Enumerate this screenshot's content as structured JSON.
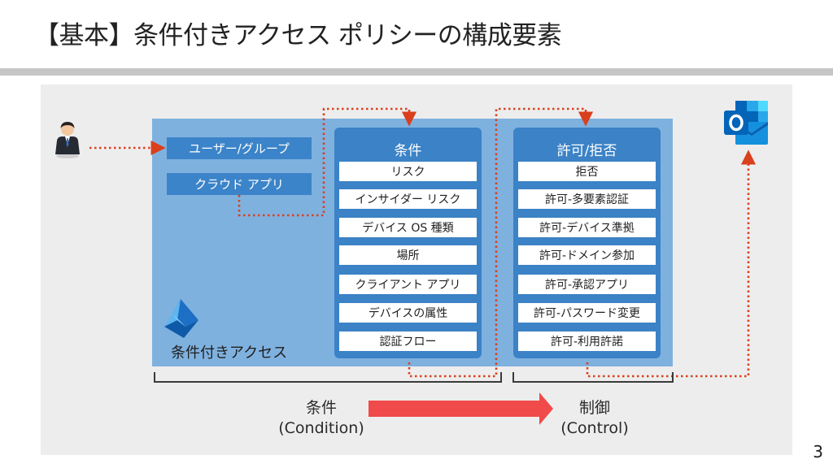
{
  "slide": {
    "title": "【基本】条件付きアクセス ポリシーの構成要素",
    "page_number": "3"
  },
  "assignments": {
    "users_groups": "ユーザー/グループ",
    "cloud_apps": "クラウド アプリ"
  },
  "conditions_panel": {
    "title": "条件",
    "items": [
      "リスク",
      "インサイダー リスク",
      "デバイス OS 種類",
      "場所",
      "クライアント アプリ",
      "デバイスの属性",
      "認証フロー"
    ]
  },
  "grant_panel": {
    "title": "許可/拒否",
    "items": [
      "拒否",
      "許可-多要素認証",
      "許可-デバイス準拠",
      "許可-ドメイン参加",
      "許可-承認アプリ",
      "許可-パスワード変更",
      "許可-利用許諾"
    ]
  },
  "conditional_access_label": "条件付きアクセス",
  "bottom": {
    "condition_label": "条件",
    "condition_sub": "(Condition)",
    "control_label": "制御",
    "control_sub": "(Control)"
  },
  "colors": {
    "panel_blue": "#3b82c6",
    "box_blue": "#7fb1df",
    "dotted_red": "#d9401d",
    "arrow_red": "#f14a4a"
  },
  "icons": [
    "user-icon",
    "conditional-access-icon",
    "outlook-icon"
  ]
}
